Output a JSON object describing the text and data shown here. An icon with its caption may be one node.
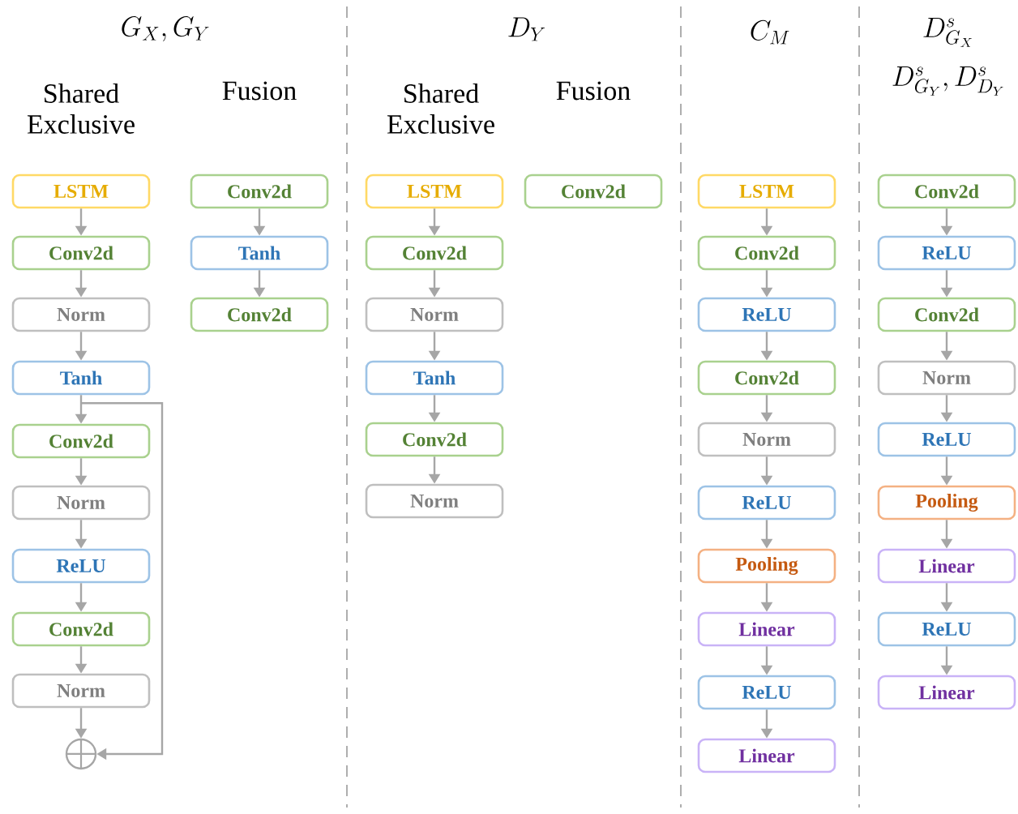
{
  "diagram": {
    "nodes": [
      {
        "text": [
          "LSTM"
        ]
      },
      {
        "text": [
          "Conv2d"
        ]
      },
      {
        "text": [
          "Norm"
        ]
      },
      {
        "text": [
          "Tanh"
        ]
      },
      {
        "text": [
          "Conv2d"
        ]
      },
      {
        "text": [
          "Norm"
        ]
      },
      {
        "text": [
          "ReLU"
        ]
      },
      {
        "text": [
          "Conv2d"
        ]
      },
      {
        "text": [
          "Norm"
        ]
      },
      {
        "text": [],
        "shape": "circle"
      },
      {
        "text": [
          "Conv2d"
        ]
      },
      {
        "text": [
          "Tanh"
        ]
      },
      {
        "text": [
          "Conv2d"
        ]
      },
      {
        "text": [
          "LSTM"
        ]
      },
      {
        "text": [
          "Conv2d"
        ]
      },
      {
        "text": [
          "Norm"
        ]
      },
      {
        "text": [
          "Tanh"
        ]
      },
      {
        "text": [
          "Conv2d"
        ]
      },
      {
        "text": [
          "Norm"
        ]
      },
      {
        "text": [
          "Conv2d"
        ]
      },
      {
        "text": [
          "LSTM"
        ]
      },
      {
        "text": [
          "Conv2d"
        ]
      },
      {
        "text": [
          "ReLU"
        ]
      },
      {
        "text": [
          "Conv2d"
        ]
      },
      {
        "text": [
          "Norm"
        ]
      },
      {
        "text": [
          "ReLU"
        ]
      },
      {
        "text": [
          "Pooling"
        ]
      },
      {
        "text": [
          "Linear"
        ]
      },
      {
        "text": [
          "ReLU"
        ]
      },
      {
        "text": [
          "Linear"
        ]
      },
      {
        "text": [
          "Conv2d"
        ]
      },
      {
        "text": [
          "ReLU"
        ]
      },
      {
        "text": [
          "Conv2d"
        ]
      },
      {
        "text": [
          "Norm"
        ]
      },
      {
        "text": [
          "ReLU"
        ]
      },
      {
        "text": [
          "Pooling"
        ]
      },
      {
        "text": [
          "Linear"
        ]
      },
      {
        "text": [
          "ReLU"
        ]
      },
      {
        "text": [
          "Linear"
        ]
      }
    ],
    "edges": [
      {
        "from": 0,
        "to": 1,
        "arrow": "to"
      },
      {
        "from": 1,
        "to": 2,
        "arrow": "to"
      },
      {
        "from": 2,
        "to": 3,
        "arrow": "to"
      },
      {
        "from": 3,
        "to": 4,
        "arrow": "to"
      },
      {
        "from": 4,
        "to": 5,
        "arrow": "to"
      },
      {
        "from": 5,
        "to": 6,
        "arrow": "to"
      },
      {
        "from": 6,
        "to": 7,
        "arrow": "to"
      },
      {
        "from": 7,
        "to": 8,
        "arrow": "to"
      },
      {
        "from": 8,
        "to": 9,
        "arrow": "to"
      },
      {
        "from": 3,
        "to": 9,
        "arrow": "to"
      },
      {
        "from": 10,
        "to": 11,
        "arrow": "to"
      },
      {
        "from": 11,
        "to": 12,
        "arrow": "to"
      },
      {
        "from": 13,
        "to": 14,
        "arrow": "to"
      },
      {
        "from": 14,
        "to": 15,
        "arrow": "to"
      },
      {
        "from": 15,
        "to": 16,
        "arrow": "to"
      },
      {
        "from": 16,
        "to": 17,
        "arrow": "to"
      },
      {
        "from": 17,
        "to": 18,
        "arrow": "to"
      },
      {
        "from": 20,
        "to": 21,
        "arrow": "to"
      },
      {
        "from": 21,
        "to": 22,
        "arrow": "to"
      },
      {
        "from": 22,
        "to": 23,
        "arrow": "to"
      },
      {
        "from": 23,
        "to": 24,
        "arrow": "to"
      },
      {
        "from": 24,
        "to": 25,
        "arrow": "to"
      },
      {
        "from": 25,
        "to": 26,
        "arrow": "to"
      },
      {
        "from": 26,
        "to": 27,
        "arrow": "to"
      },
      {
        "from": 27,
        "to": 28,
        "arrow": "to"
      },
      {
        "from": 28,
        "to": 29,
        "arrow": "to"
      },
      {
        "from": 30,
        "to": 31,
        "arrow": "to"
      },
      {
        "from": 31,
        "to": 32,
        "arrow": "to"
      },
      {
        "from": 32,
        "to": 33,
        "arrow": "to"
      },
      {
        "from": 33,
        "to": 34,
        "arrow": "to"
      },
      {
        "from": 34,
        "to": 35,
        "arrow": "to"
      },
      {
        "from": 35,
        "to": 36,
        "arrow": "to"
      },
      {
        "from": 36,
        "to": 37,
        "arrow": "to"
      },
      {
        "from": 37,
        "to": 38,
        "arrow": "to"
      }
    ],
    "labels": [
      "G_X, G_Y",
      "Shared Exclusive",
      "Fusion",
      "D_Y",
      "Shared Exclusive",
      "Fusion",
      "C_M",
      "D^s_{G_X}",
      "D^s_{G_Y}, D^s_{D_Y}"
    ]
  }
}
